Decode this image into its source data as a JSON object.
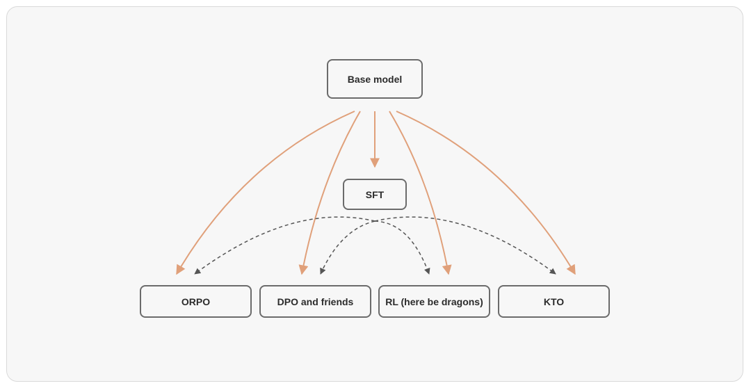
{
  "diagram": {
    "nodes": {
      "base_model": "Base model",
      "sft": "SFT",
      "orpo": "ORPO",
      "dpo": "DPO and friends",
      "rl": "RL (here be dragons)",
      "kto": "KTO"
    },
    "colors": {
      "solid_arrow": "#e0a07a",
      "dashed_arrow": "#555555",
      "node_border": "#6b6b6b",
      "background": "#f7f7f7"
    }
  }
}
